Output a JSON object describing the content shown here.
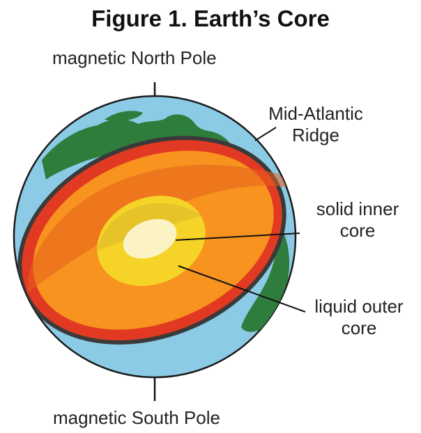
{
  "title": "Figure 1. Earth’s Core",
  "labels": {
    "north_pole": "magnetic North Pole",
    "south_pole": "magnetic South Pole",
    "ridge_line1": "Mid-Atlantic",
    "ridge_line2": "Ridge",
    "inner_core_line1": "solid inner",
    "inner_core_line2": "core",
    "outer_core_line1": "liquid outer",
    "outer_core_line2": "core"
  },
  "colors": {
    "ocean": "#8ccbe6",
    "land": "#2f7d3c",
    "crust_outline": "#3a3a3a",
    "mantle": "#e23a22",
    "outer_core": "#f7931e",
    "inner_core_ring": "#f5d327",
    "inner_core": "#fbf3c4"
  }
}
